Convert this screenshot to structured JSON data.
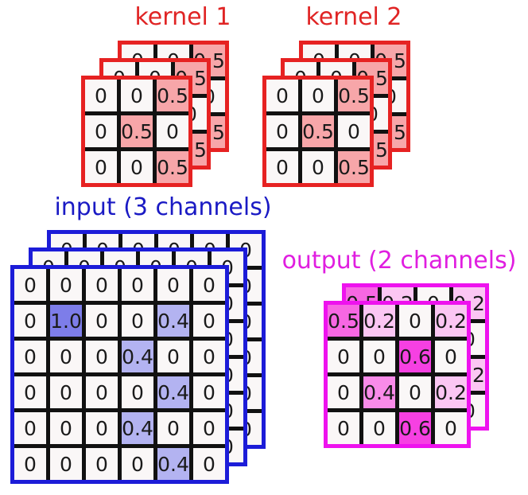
{
  "figure": {
    "description": "2D convolution schematic: two 3x3 kernels applied to a 3-channel input producing a 2-channel output",
    "background": "#ffffff",
    "gridline_color": "#111111",
    "cell_background": "#faf7f7",
    "cell_text_color": "#1a1a1a"
  },
  "groups": [
    {
      "key": "kernel-1",
      "label": "kernel 1",
      "accent": "#e62222",
      "label_color": "#e02424",
      "layers": 3,
      "rows": [
        [
          "0",
          "0",
          "0.5"
        ],
        [
          "0",
          "0.5",
          "0"
        ],
        [
          "0",
          "0",
          "0.5"
        ]
      ],
      "fills": {
        "0.5": "#f7a6a9"
      }
    },
    {
      "key": "kernel-2",
      "label": "kernel 2",
      "accent": "#e62222",
      "label_color": "#e02424",
      "layers": 3,
      "rows": [
        [
          "0",
          "0",
          "0.5"
        ],
        [
          "0",
          "0.5",
          "0"
        ],
        [
          "0",
          "0",
          "0.5"
        ]
      ],
      "fills": {
        "0.5": "#f7a6a9"
      }
    },
    {
      "key": "input",
      "label": "input (3 channels)",
      "accent": "#1c1cd8",
      "label_color": "#1a1ac4",
      "layers": 3,
      "rows": [
        [
          "0",
          "0",
          "0",
          "0",
          "0",
          "0"
        ],
        [
          "0",
          "1.0",
          "0",
          "0",
          "0.4",
          "0"
        ],
        [
          "0",
          "0",
          "0",
          "0.4",
          "0",
          "0"
        ],
        [
          "0",
          "0",
          "0",
          "0",
          "0.4",
          "0"
        ],
        [
          "0",
          "0",
          "0",
          "0.4",
          "0",
          "0"
        ],
        [
          "0",
          "0",
          "0",
          "0",
          "0.4",
          "0"
        ]
      ],
      "fills": {
        "1.0": "#7d7de9",
        "0.4": "#b3b3f1"
      }
    },
    {
      "key": "output",
      "label": "output (2 channels)",
      "accent": "#ee12ee",
      "label_color": "#e01ee0",
      "layers": 2,
      "rows": [
        [
          "0.5",
          "0.2",
          "0",
          "0.2"
        ],
        [
          "0",
          "0",
          "0.6",
          "0"
        ],
        [
          "0",
          "0.4",
          "0",
          "0.2"
        ],
        [
          "0",
          "0",
          "0.6",
          "0"
        ]
      ],
      "fills": {
        "0.6": "#f640e2",
        "0.5": "#f767e3",
        "0.4": "#f98be9",
        "0.2": "#fbc6f3"
      }
    }
  ]
}
